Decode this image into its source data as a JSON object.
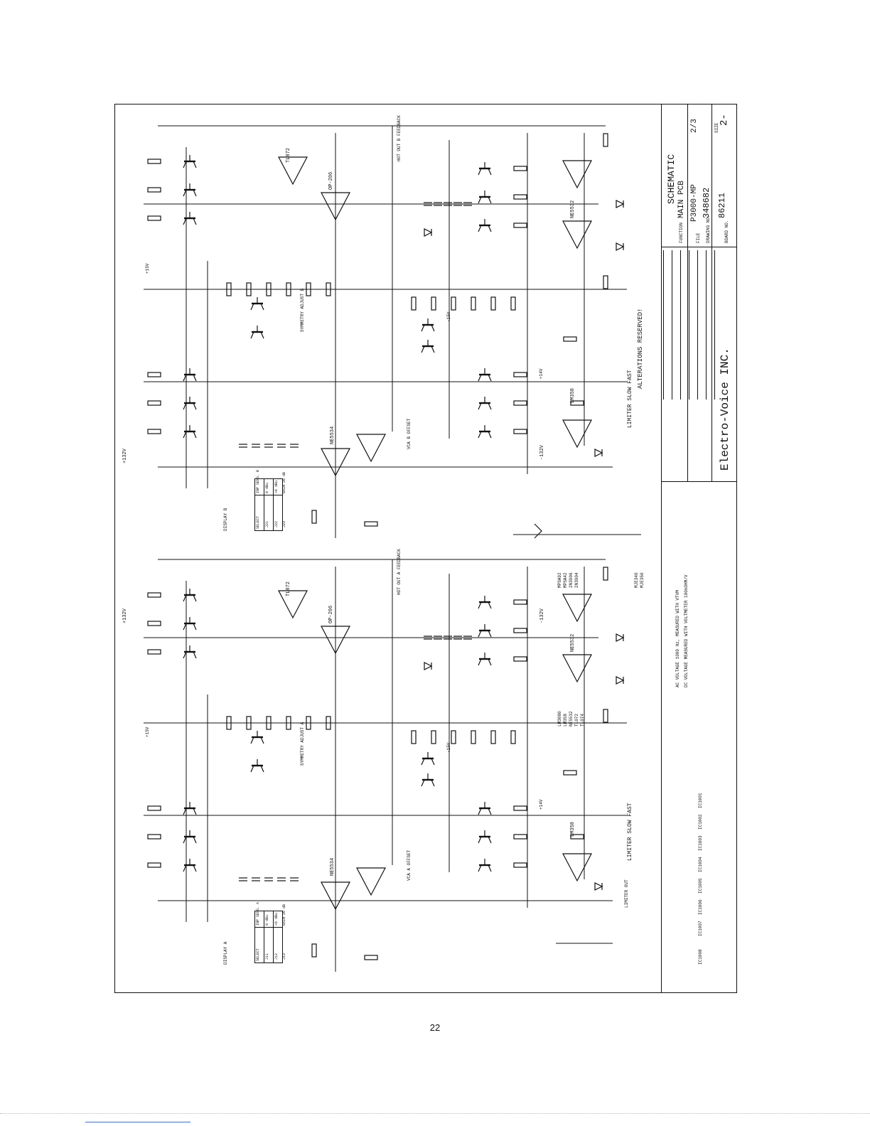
{
  "title_block": {
    "schematic": "SCHEMATIC",
    "function_label": "FUNCTION",
    "function": "MAIN PCB",
    "file_label": "FILE",
    "file": "P3000-MP",
    "drawing_no_label": "DRAWING NO.",
    "drawing_no": "348682",
    "board_no_label": "BOARD NO.",
    "board_no": "86211",
    "sheet": "2/3",
    "size_label": "SIZE",
    "size": "2-",
    "company": "Electro-Voice INC.",
    "alterations": "ALTERATIONS RESERVED!"
  },
  "channel_b": {
    "display": "DISPLAY B",
    "select_header": [
      "SELECT",
      "INP SENS. B"
    ],
    "select_rows": [
      [
        "J21",
        "0 dBu"
      ],
      [
        "J22",
        "+6 dBu"
      ],
      [
        "J23",
        "GAIN 26 dB"
      ]
    ],
    "symmetry": "SYMMETRY ADJUST B",
    "vca_offset": "VCA B OFFSET",
    "hot_out": "HOT OUT B FEEDBACK",
    "limiter": "LIMITER SLOW FAST",
    "opamps": [
      "TL072",
      "NE5532",
      "NE5534",
      "OP-206",
      "LM358"
    ],
    "rails": [
      "+132V",
      "-132V",
      "+15V",
      "-15V",
      "+14V"
    ]
  },
  "channel_a": {
    "display": "DISPLAY A",
    "select_header": [
      "SELECT",
      "INP SENS. A"
    ],
    "select_rows": [
      [
        "J11",
        "0 dBu"
      ],
      [
        "J12",
        "+6 dBu"
      ],
      [
        "J13",
        "GAIN 26 dB"
      ]
    ],
    "symmetry": "SYMMETRY ADJUST A",
    "vca_offset": "VCA A OFFSET",
    "hot_out": "HOT OUT A FEEDBACK",
    "limiter": "LIMITER SLOW FAST",
    "limiter_out": "LIMITER OUT",
    "opamps": [
      "TL072",
      "NE5532",
      "NE5534",
      "OP-206",
      "LM358"
    ],
    "rails": [
      "+132V",
      "-132V",
      "+15V",
      "-15V",
      "+14V"
    ]
  },
  "legend": {
    "transistors": [
      "MPSA92",
      "MPSA42",
      "2N3906",
      "2N3904",
      "MJE340",
      "MJE350"
    ],
    "ics": [
      "LM3080",
      "LM358",
      "NE5532",
      "TL072",
      "TL074"
    ],
    "notes": [
      "AC VOLTAGE 1000 Hz, MEASURED WITH VTVM",
      "DC VOLTAGE MEASURED WITH VOLTMETER 100kOHM/V"
    ]
  },
  "bus_labels": [
    "IC1001",
    "IC1002",
    "IC1003",
    "IC1004",
    "IC1005",
    "IC1006",
    "IC1007",
    "IC1008"
  ],
  "page_number": "22"
}
